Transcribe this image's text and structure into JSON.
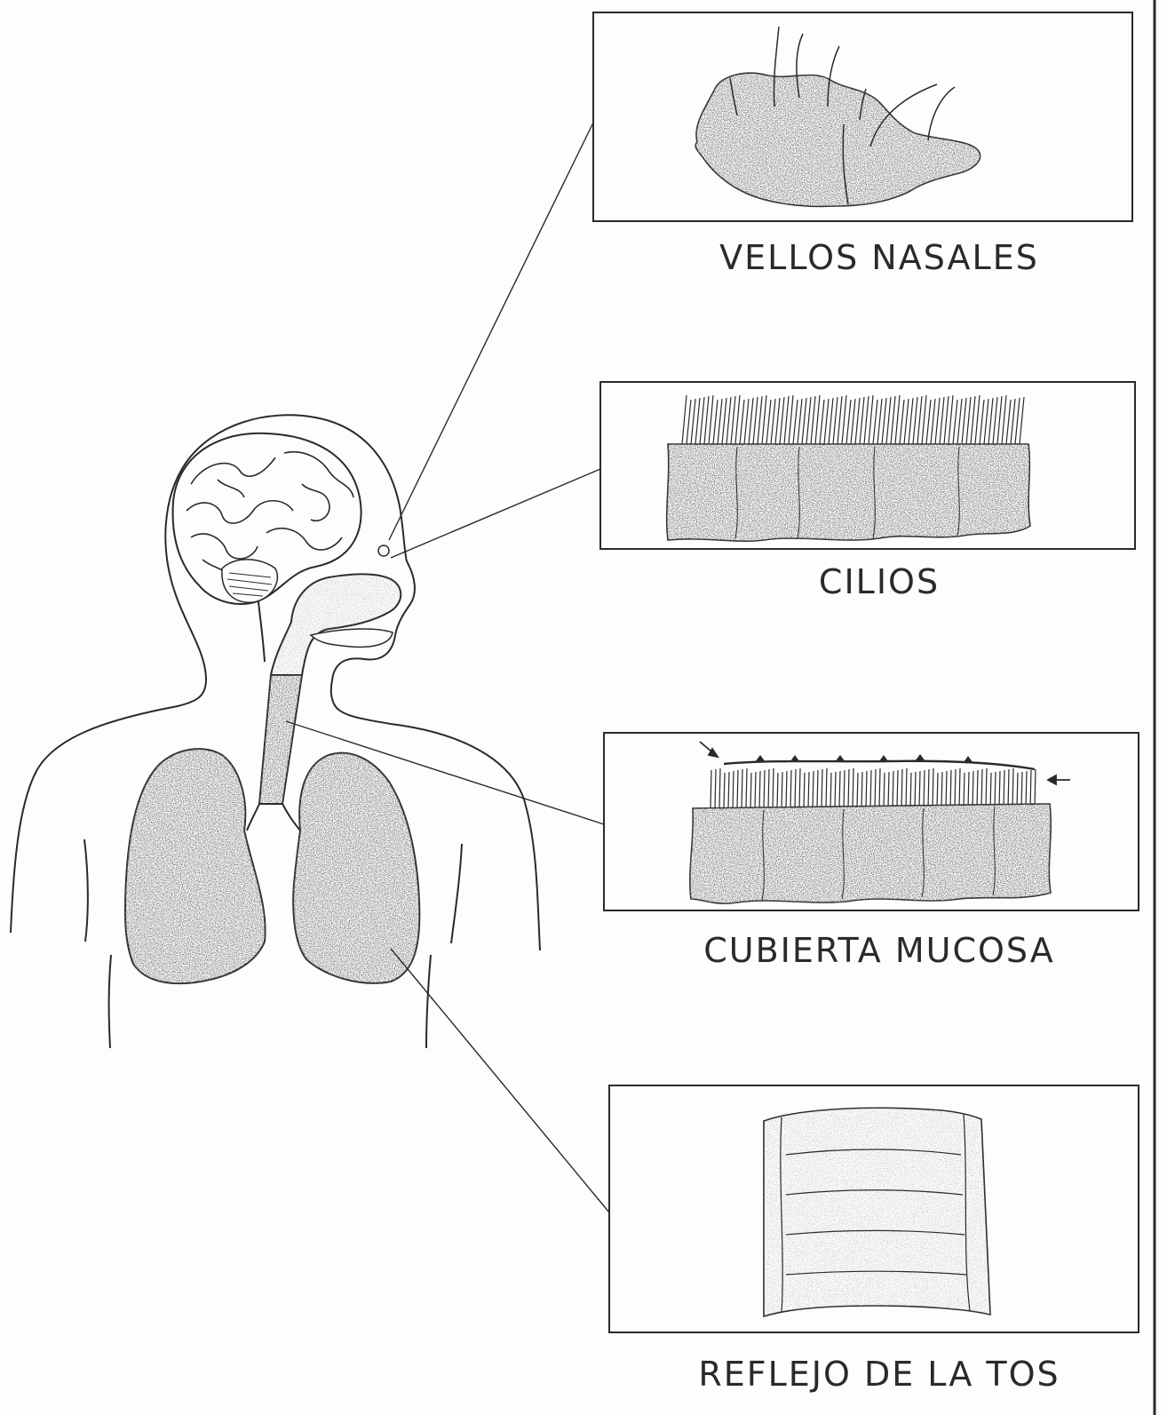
{
  "panels": [
    {
      "id": "nasal",
      "label": "VELLOS NASALES"
    },
    {
      "id": "cilia",
      "label": "CILIOS"
    },
    {
      "id": "mucus",
      "label": "CUBIERTA MUCOSA"
    },
    {
      "id": "cough",
      "label": "REFLEJO DE LA TOS"
    }
  ],
  "colors": {
    "ink": "#2a2a2a",
    "paper": "#fdfdfb",
    "stipple": "#555555"
  }
}
